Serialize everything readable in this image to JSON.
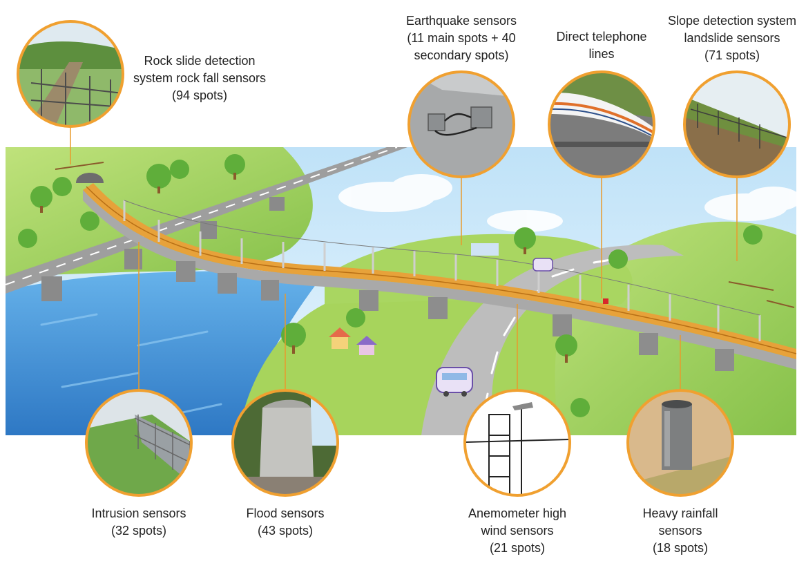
{
  "sensors": {
    "rockslide": {
      "lines": [
        "Rock slide detection",
        "system rock fall sensors",
        "(94 spots)"
      ],
      "photo": "rock-fall-fence-photo"
    },
    "earthquake": {
      "lines": [
        "Earthquake sensors",
        "(11 main spots + 40",
        "secondary spots)"
      ],
      "photo": "seismometer-photo"
    },
    "telephone": {
      "lines": [
        "Direct telephone",
        "lines"
      ],
      "photo": "high-speed-train-photo"
    },
    "slope": {
      "lines": [
        "Slope detection system",
        "landslide sensors",
        "(71 spots)"
      ],
      "photo": "slope-fence-photo"
    },
    "intrusion": {
      "lines": [
        "Intrusion sensors",
        "(32 spots)"
      ],
      "photo": "security-fence-photo"
    },
    "flood": {
      "lines": [
        "Flood sensors",
        "(43 spots)"
      ],
      "photo": "bridge-pier-photo"
    },
    "anemometer": {
      "lines": [
        "Anemometer high",
        "wind sensors",
        "(21 spots)"
      ],
      "photo": "anemometer-tower-photo"
    },
    "rainfall": {
      "lines": [
        "Heavy rainfall",
        "sensors",
        "(18 spots)"
      ],
      "photo": "rain-gauge-photo"
    }
  },
  "colors": {
    "callout_ring": "#f0a030",
    "leader_line": "#e89a2c",
    "river": "#3f8fd6",
    "grass": "#9fcf55",
    "track": "#e7a23a",
    "sky": "#d6ecfb"
  }
}
